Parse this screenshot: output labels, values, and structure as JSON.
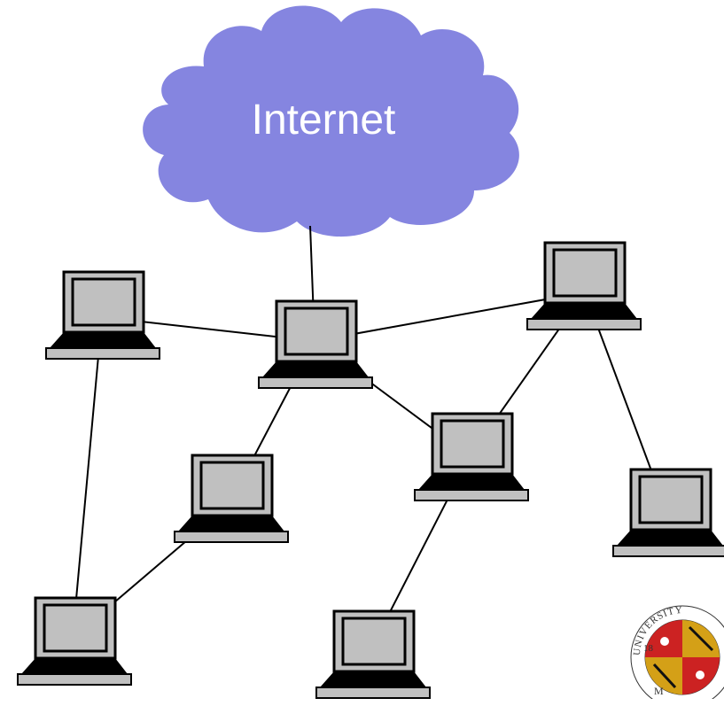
{
  "cloud": {
    "label": "Internet",
    "fill_color": "#8585e0"
  },
  "colors": {
    "laptop_frame": "#000000",
    "laptop_screen": "#c0c0c0",
    "laptop_body": "#c0c0c0",
    "link": "#000000"
  },
  "nodes": [
    {
      "id": "laptop-1"
    },
    {
      "id": "laptop-2"
    },
    {
      "id": "laptop-3"
    },
    {
      "id": "laptop-4"
    },
    {
      "id": "laptop-5"
    },
    {
      "id": "laptop-6"
    },
    {
      "id": "laptop-7"
    },
    {
      "id": "laptop-8"
    },
    {
      "id": "laptop-9"
    }
  ],
  "links": [
    [
      "internet",
      "laptop-2"
    ],
    [
      "laptop-1",
      "laptop-2"
    ],
    [
      "laptop-2",
      "laptop-3"
    ],
    [
      "laptop-2",
      "laptop-4"
    ],
    [
      "laptop-2",
      "laptop-5"
    ],
    [
      "laptop-3",
      "laptop-5"
    ],
    [
      "laptop-3",
      "laptop-6"
    ],
    [
      "laptop-1",
      "laptop-7"
    ],
    [
      "laptop-4",
      "laptop-7"
    ],
    [
      "laptop-5",
      "laptop-8"
    ]
  ],
  "logo": {
    "icon": "university-seal-icon",
    "text": "UNIVERSITY 18 M"
  }
}
